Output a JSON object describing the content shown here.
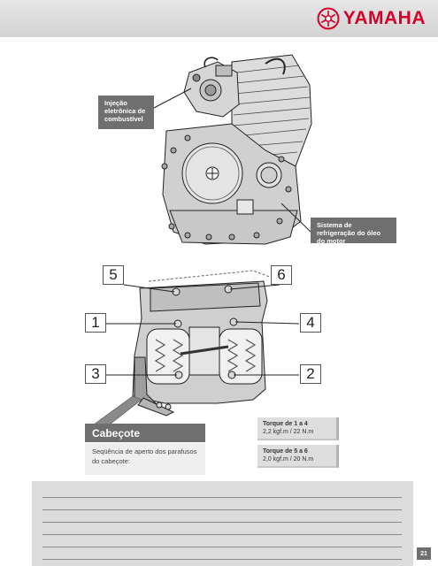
{
  "header": {
    "brand": "YAMAHA",
    "brand_color": "#d4002a",
    "logo_icon": "yamaha-tuning-fork-emblem"
  },
  "engine_callouts": {
    "injection": "Injeção eletrônica de combustível",
    "cooling": "Sistema de refrigeração do óleo do motor"
  },
  "cylinder_head": {
    "numbers": [
      "5",
      "6",
      "1",
      "4",
      "3",
      "2"
    ],
    "title": "Cabeçote",
    "description": "Seqüência de aperto dos parafusos do cabeçote:",
    "torque": [
      {
        "label": "Torque de 1 a 4",
        "value": "2,2 kgf.m / 22 N.m"
      },
      {
        "label": "Torque de 5 a 6",
        "value": "2,0 kgf.m / 20 N.m"
      }
    ]
  },
  "footer": {
    "page_number": "21"
  }
}
